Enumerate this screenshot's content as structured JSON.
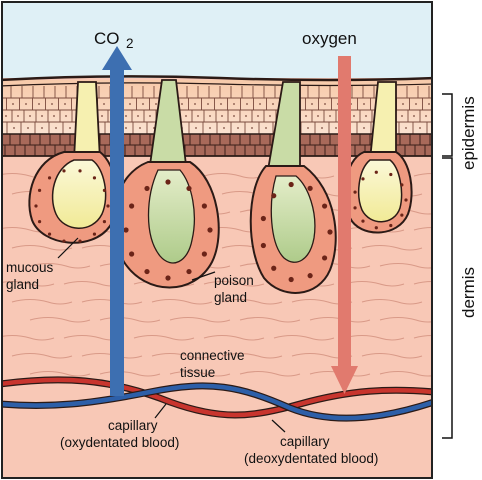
{
  "labels": {
    "co2_main": "CO",
    "co2_sub": "2",
    "oxygen": "oxygen",
    "mucous_line1": "mucous",
    "mucous_line2": "gland",
    "poison_line1": "poison",
    "poison_line2": "gland",
    "connective_line1": "connective",
    "connective_line2": "tissue",
    "cap_oxy_line1": "capillary",
    "cap_oxy_line2": "(oxydentated blood)",
    "cap_deoxy_line1": "capillary",
    "cap_deoxy_line2": "(deoxydentated blood)",
    "epidermis": "epidermis",
    "dermis": "dermis"
  },
  "colors": {
    "sky": "#dff0f6",
    "dermis": "#f8c8b6",
    "cell_fill": "#f7c0a4",
    "cell_dark_band": "#a8695a",
    "outline": "#2b1a16",
    "gland_cell": "#ef9a80",
    "nucleus": "#6b2418",
    "mucous_lumen": "#f6f0b0",
    "poison_lumen": "#c9dca6",
    "co2_arrow": "#3d6fb1",
    "oxygen_arrow": "#e17a6e",
    "vessel_red": "#c8352e",
    "vessel_blue": "#2d5fa8",
    "fiber": "#d99a88"
  }
}
